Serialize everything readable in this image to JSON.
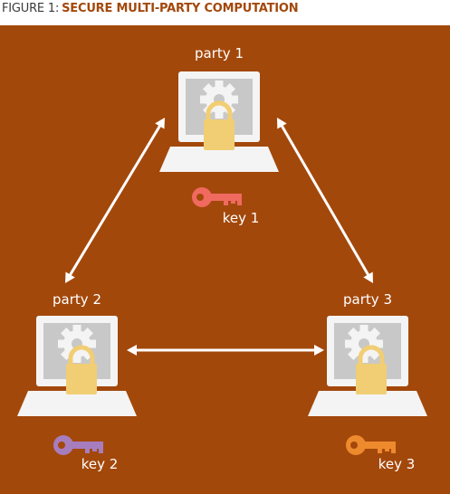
{
  "header": {
    "figure_number": "FIGURE 1:",
    "title": "SECURE MULTI-PARTY COMPUTATION"
  },
  "colors": {
    "background": "#A3480B",
    "title_accent": "#A3480B",
    "monitor_body": "#F4F4F4",
    "monitor_screen": "#C8C8C8",
    "gear": "#F4F4F4",
    "lock": "#F1CE73",
    "arrow": "#FFFFFF",
    "key_1": "#F06A60",
    "key_2": "#A77DBE",
    "key_3": "#EE8A2E"
  },
  "parties": [
    {
      "label": "party 1",
      "key_label": "key 1",
      "key_color": "key_1",
      "icon": "computer-with-gear-and-lock"
    },
    {
      "label": "party 2",
      "key_label": "key 2",
      "key_color": "key_2",
      "icon": "computer-with-gear-and-lock"
    },
    {
      "label": "party 3",
      "key_label": "key 3",
      "key_color": "key_3",
      "icon": "computer-with-gear-and-lock"
    }
  ],
  "connections": [
    {
      "from": "party 1",
      "to": "party 2",
      "type": "bidirectional"
    },
    {
      "from": "party 1",
      "to": "party 3",
      "type": "bidirectional"
    },
    {
      "from": "party 2",
      "to": "party 3",
      "type": "bidirectional"
    }
  ]
}
